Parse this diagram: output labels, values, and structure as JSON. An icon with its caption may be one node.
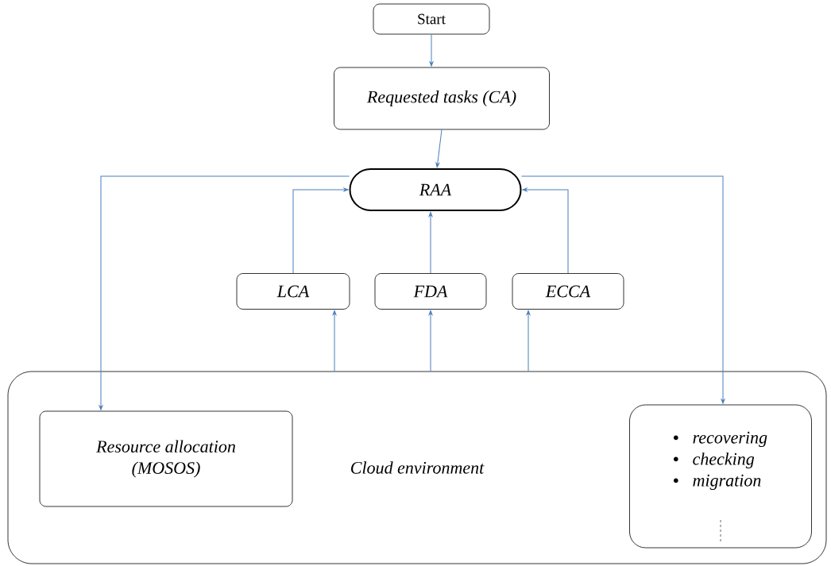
{
  "diagram": {
    "nodes": [
      {
        "text": [
          "Start"
        ]
      },
      {
        "text": [
          "Requested tasks (CA)"
        ]
      },
      {
        "text": [
          "RAA"
        ]
      },
      {
        "text": [
          "LCA"
        ]
      },
      {
        "text": [
          "FDA"
        ]
      },
      {
        "text": [
          "ECCA"
        ]
      },
      {
        "text": [
          "Cloud environment"
        ]
      },
      {
        "text": [
          "Resource allocation (MOSOS)"
        ],
        "in": 6
      },
      {
        "text": [
          "recovering",
          "checking",
          "migration"
        ],
        "in": 6
      }
    ],
    "edges": [
      {
        "from": 0,
        "to": 1,
        "arrow": "to"
      },
      {
        "from": 1,
        "to": 2,
        "arrow": "to"
      },
      {
        "from": 2,
        "to": 7,
        "arrow": "to"
      },
      {
        "from": 2,
        "to": 8,
        "arrow": "to"
      },
      {
        "from": 3,
        "to": 2,
        "arrow": "to"
      },
      {
        "from": 4,
        "to": 2,
        "arrow": "to"
      },
      {
        "from": 5,
        "to": 2,
        "arrow": "to"
      },
      {
        "from": 6,
        "to": 3,
        "arrow": "to"
      },
      {
        "from": 6,
        "to": 4,
        "arrow": "to"
      },
      {
        "from": 6,
        "to": 5,
        "arrow": "to"
      }
    ]
  }
}
